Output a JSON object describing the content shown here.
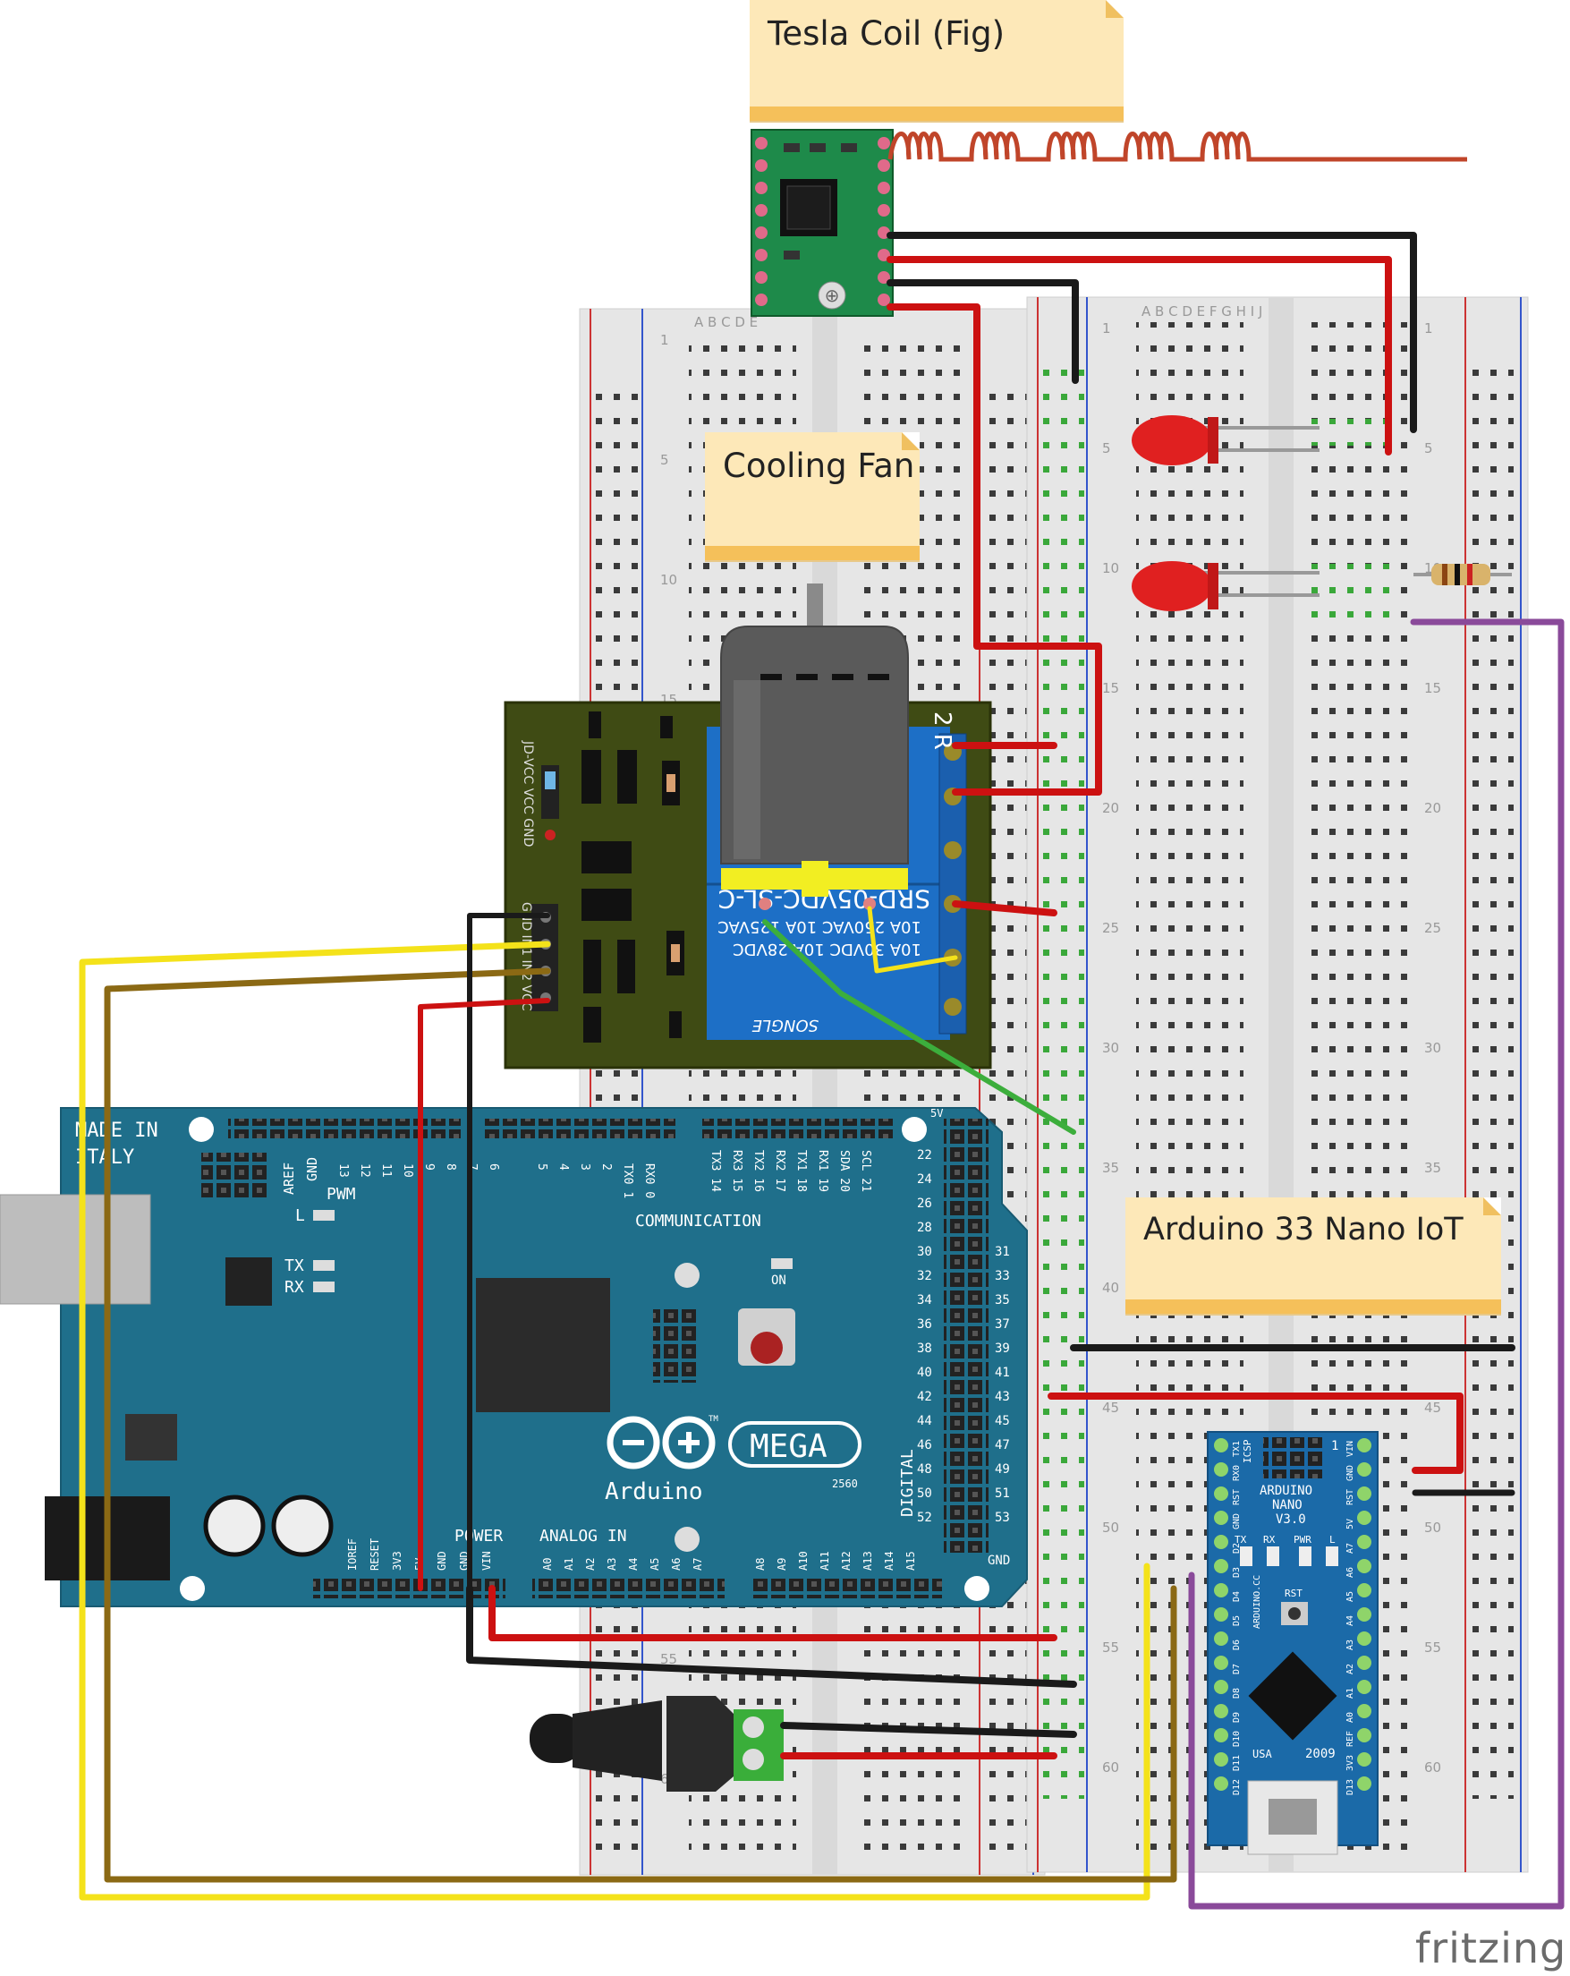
{
  "notes": {
    "tesla_coil": "Tesla Coil (Fig)",
    "cooling_fan": "Cooling Fan",
    "arduino_nano": "Arduino 33 Nano IoT"
  },
  "relay": {
    "side_labels": "JD-VCC VCC GND",
    "pin_labels": "GND IN1 IN2 VCC",
    "text1": "SRD-05VDC-SL-C",
    "text2": "10A 250VAC  10A 125VAC",
    "text3": "10A 30VDC  10A 28VDC",
    "brand": "SONGLE",
    "channels": "2 R"
  },
  "mega": {
    "made_in": "MADE IN",
    "italy": "ITALY",
    "aref": "AREF",
    "gnd": "GND",
    "pwm": "PWM",
    "l": "L",
    "tx": "TX",
    "rx": "RX",
    "on": "ON",
    "communication": "COMMUNICATION",
    "digital": "DIGITAL",
    "power": "POWER",
    "analog_in": "ANALOG IN",
    "brand": "Arduino",
    "model": "MEGA",
    "model_num": "2560",
    "tm": "TM",
    "five_v": "5V",
    "gnd2": "GND",
    "top_pins": [
      "13",
      "12",
      "11",
      "10",
      "9",
      "8",
      "7",
      "6",
      "5",
      "4",
      "3",
      "2",
      "TX0 1",
      "RX0 0"
    ],
    "comm_pins": [
      "TX3 14",
      "RX3 15",
      "TX2 16",
      "RX2 17",
      "TX1 18",
      "RX1 19",
      "SDA 20",
      "SCL 21"
    ],
    "power_pins": [
      "IOREF",
      "RESET",
      "3V3",
      "5V",
      "GND",
      "GND",
      "VIN"
    ],
    "analog_pins": [
      "A0",
      "A1",
      "A2",
      "A3",
      "A4",
      "A5",
      "A6",
      "A7",
      "A8",
      "A9",
      "A10",
      "A11",
      "A12",
      "A13",
      "A14",
      "A15"
    ],
    "digital_left": [
      "22",
      "24",
      "26",
      "28",
      "30",
      "32",
      "34",
      "36",
      "38",
      "40",
      "42",
      "44",
      "46",
      "48",
      "50",
      "52"
    ],
    "digital_right": [
      "31",
      "33",
      "35",
      "37",
      "39",
      "41",
      "43",
      "45",
      "47",
      "49",
      "51",
      "53"
    ]
  },
  "nano": {
    "brand": "ARDUINO",
    "model": "NANO",
    "version": "V3.0",
    "year": "2009",
    "usa": "USA",
    "rst": "RST",
    "pwr": "PWR",
    "icsp": "ICSP",
    "one": "1",
    "tx": "TX",
    "rx": "RX",
    "l": "L",
    "cc": "ARDUINO.CC",
    "left_pins": [
      "TX1",
      "RX0",
      "RST",
      "GND",
      "D2",
      "D3",
      "D4",
      "D5",
      "D6",
      "D7",
      "D8",
      "D9",
      "D10",
      "D11",
      "D12"
    ],
    "right_pins": [
      "VIN",
      "GND",
      "RST",
      "5V",
      "A7",
      "A6",
      "A5",
      "A4",
      "A3",
      "A2",
      "A1",
      "A0",
      "REF",
      "3V3",
      "D13"
    ]
  },
  "breadboard": {
    "cols_left": [
      "A",
      "B",
      "C",
      "D",
      "E"
    ],
    "cols_right": [
      "F",
      "G",
      "H",
      "I",
      "J"
    ],
    "row_numbers": [
      "1",
      "5",
      "10",
      "15",
      "20",
      "25",
      "30",
      "35",
      "40",
      "45",
      "50",
      "55",
      "60"
    ]
  },
  "driver": {
    "label": "⊕"
  },
  "branding": "fritzing",
  "colors": {
    "board_blue": "#1f6f8b",
    "relay_pcb": "#3f4b14",
    "relay_blue": "#1d6fc6",
    "wire_red": "#cc1111",
    "wire_black": "#1a1a1a",
    "wire_yellow": "#f4e21a",
    "wire_brown": "#8b6914",
    "wire_purple": "#8a4a9a",
    "wire_green": "#3cae3c",
    "coil_copper": "#c0452a"
  }
}
